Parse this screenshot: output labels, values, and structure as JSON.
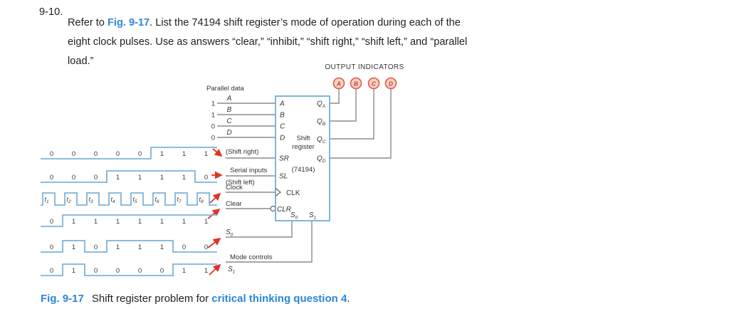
{
  "problem": {
    "number": "9-10.",
    "text_before_link": "Refer to ",
    "link_text": "Fig. 9-17",
    "text_after_link": ". List the 74194 shift register’s mode of operation during each of the eight clock pulses. Use as answers “clear,” “inhibit,” “shift right,” “shift left,” and “parallel load.”"
  },
  "caption": {
    "fig_label": "Fig. 9-17",
    "mid_text": "Shift register problem for ",
    "link_text": "critical thinking question 4",
    "suffix": "."
  },
  "diagram": {
    "output_indicators": {
      "title": "OUTPUT INDICATORS",
      "lamps": [
        "A",
        "B",
        "C",
        "D"
      ]
    },
    "parallel_data": {
      "label": "Parallel data",
      "inputs": [
        {
          "name": "A",
          "value": "1"
        },
        {
          "name": "B",
          "value": "1"
        },
        {
          "name": "C",
          "value": "0"
        },
        {
          "name": "D",
          "value": "0"
        }
      ]
    },
    "labels": {
      "shift_right": "(Shift right)",
      "serial_inputs": "Serial inputs",
      "shift_left": "(Shift left)",
      "clock": "Clock",
      "clear": "Clear",
      "s0": {
        "base": "S",
        "sub": "0"
      },
      "mode_controls": "Mode controls",
      "s1": {
        "base": "S",
        "sub": "1"
      }
    },
    "box": {
      "title_line1": "Shift",
      "title_line2": "register",
      "part": "(74194)",
      "pins_left": [
        "A",
        "B",
        "C",
        "D",
        "SR",
        "SL"
      ],
      "clk": "CLK",
      "clr": "CLR",
      "mode_pins": [
        {
          "base": "S",
          "sub": "0"
        },
        {
          "base": "S",
          "sub": "1"
        }
      ],
      "outputs": [
        {
          "base": "Q",
          "sub": "A"
        },
        {
          "base": "Q",
          "sub": "B"
        },
        {
          "base": "Q",
          "sub": "C"
        },
        {
          "base": "Q",
          "sub": "D"
        }
      ]
    },
    "colors": {
      "wave_blue": "#7fb2d9",
      "box_blue": "#6fafdb",
      "wire_gray": "#8b8b8b",
      "arrow_red": "#e03328",
      "lamp_fill": "#f7d0c4",
      "lamp_ring": "#e05a48",
      "link_blue": "#2b87d8"
    }
  },
  "waveforms": [
    {
      "name": "shift-right",
      "bits": [
        0,
        0,
        0,
        0,
        0,
        1,
        1,
        1
      ]
    },
    {
      "name": "shift-left",
      "bits": [
        0,
        0,
        0,
        1,
        1,
        1,
        1,
        0
      ]
    },
    {
      "name": "clock",
      "type": "clock",
      "labels": [
        {
          "base": "t",
          "sub": "1"
        },
        {
          "base": "t",
          "sub": "2"
        },
        {
          "base": "t",
          "sub": "3"
        },
        {
          "base": "t",
          "sub": "4"
        },
        {
          "base": "t",
          "sub": "5"
        },
        {
          "base": "t",
          "sub": "6"
        },
        {
          "base": "t",
          "sub": "7"
        },
        {
          "base": "t",
          "sub": "8"
        }
      ]
    },
    {
      "name": "clear",
      "bits": [
        0,
        1,
        1,
        1,
        1,
        1,
        1,
        1
      ]
    },
    {
      "name": "s0",
      "bits": [
        0,
        1,
        0,
        1,
        1,
        1,
        0,
        0
      ]
    },
    {
      "name": "s1",
      "bits": [
        0,
        1,
        0,
        0,
        0,
        0,
        1,
        1
      ]
    }
  ]
}
